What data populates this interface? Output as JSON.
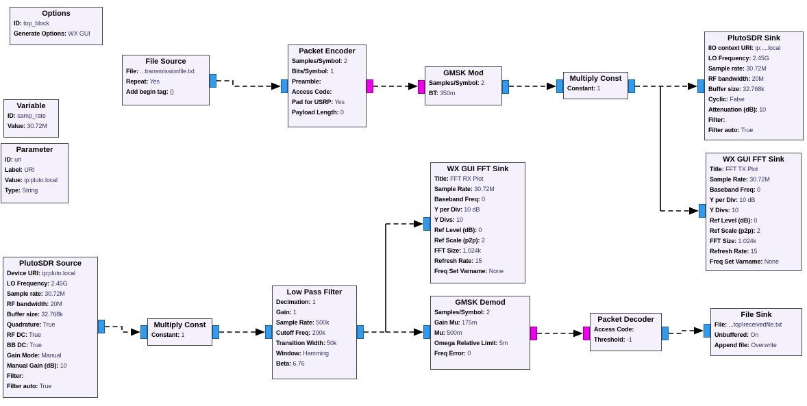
{
  "app": {
    "canvas_label": "GNU Radio Companion flowgraph canvas"
  },
  "colors": {
    "canvas": "#ffffff",
    "block_fill": "#f4f0fc",
    "block_border": "#44444c",
    "param_value_text": "#333366",
    "stream_port_blue": "#2f9cf1",
    "byte_port_magenta": "#ee00ee",
    "wire": "#000000"
  },
  "blocks": [
    {
      "id": "options",
      "title": "Options",
      "params": [
        {
          "label": "ID:",
          "value": "top_block"
        },
        {
          "label": "Generate Options:",
          "value": "WX GUI"
        }
      ]
    },
    {
      "id": "variable",
      "title": "Variable",
      "params": [
        {
          "label": "ID:",
          "value": "samp_rate"
        },
        {
          "label": "Value:",
          "value": "30.72M"
        }
      ]
    },
    {
      "id": "parameter",
      "title": "Parameter",
      "params": [
        {
          "label": "ID:",
          "value": "uri"
        },
        {
          "label": "Label:",
          "value": "URI"
        },
        {
          "label": "Value:",
          "value": "ip:pluto.local"
        },
        {
          "label": "Type:",
          "value": "String"
        }
      ]
    },
    {
      "id": "file_source",
      "title": "File Source",
      "params": [
        {
          "label": "File:",
          "value": "...transmissionfile.txt"
        },
        {
          "label": "Repeat:",
          "value": "Yes"
        },
        {
          "label": "Add begin tag:",
          "value": "()"
        }
      ]
    },
    {
      "id": "packet_encoder",
      "title": "Packet Encoder",
      "params": [
        {
          "label": "Samples/Symbol:",
          "value": "2"
        },
        {
          "label": "Bits/Symbol:",
          "value": "1"
        },
        {
          "label": "Preamble:",
          "value": ""
        },
        {
          "label": "Access Code:",
          "value": ""
        },
        {
          "label": "Pad for USRP:",
          "value": "Yes"
        },
        {
          "label": "Payload Length:",
          "value": "0"
        }
      ]
    },
    {
      "id": "gmsk_mod",
      "title": "GMSK Mod",
      "params": [
        {
          "label": "Samples/Symbol:",
          "value": "2"
        },
        {
          "label": "BT:",
          "value": "350m"
        }
      ]
    },
    {
      "id": "multiply_const_tx",
      "title": "Multiply Const",
      "params": [
        {
          "label": "Constant:",
          "value": "1"
        }
      ]
    },
    {
      "id": "plutosdr_sink",
      "title": "PlutoSDR Sink",
      "params": [
        {
          "label": "IIO context URI:",
          "value": "ip:....local"
        },
        {
          "label": "LO Frequency:",
          "value": "2.45G"
        },
        {
          "label": "Sample rate:",
          "value": "30.72M"
        },
        {
          "label": "RF bandwidth:",
          "value": "20M"
        },
        {
          "label": "Buffer size:",
          "value": "32.768k"
        },
        {
          "label": "Cyclic:",
          "value": "False"
        },
        {
          "label": "Attenuation (dB):",
          "value": "10"
        },
        {
          "label": "Filter:",
          "value": ""
        },
        {
          "label": "Filter auto:",
          "value": "True"
        }
      ]
    },
    {
      "id": "fft_sink_tx",
      "title": "WX GUI FFT Sink",
      "params": [
        {
          "label": "Title:",
          "value": "FFT TX Plot"
        },
        {
          "label": "Sample Rate:",
          "value": "30.72M"
        },
        {
          "label": "Baseband Freq:",
          "value": "0"
        },
        {
          "label": "Y per Div:",
          "value": "10 dB"
        },
        {
          "label": "Y Divs:",
          "value": "10"
        },
        {
          "label": "Ref Level (dB):",
          "value": "0"
        },
        {
          "label": "Ref Scale (p2p):",
          "value": "2"
        },
        {
          "label": "FFT Size:",
          "value": "1.024k"
        },
        {
          "label": "Refresh Rate:",
          "value": "15"
        },
        {
          "label": "Freq Set Varname:",
          "value": "None"
        }
      ]
    },
    {
      "id": "fft_sink_rx",
      "title": "WX GUI FFT Sink",
      "params": [
        {
          "label": "Title:",
          "value": "FFT RX Plot"
        },
        {
          "label": "Sample Rate:",
          "value": "30.72M"
        },
        {
          "label": "Baseband Freq:",
          "value": "0"
        },
        {
          "label": "Y per Div:",
          "value": "10 dB"
        },
        {
          "label": "Y Divs:",
          "value": "10"
        },
        {
          "label": "Ref Level (dB):",
          "value": "0"
        },
        {
          "label": "Ref Scale (p2p):",
          "value": "2"
        },
        {
          "label": "FFT Size:",
          "value": "1.024k"
        },
        {
          "label": "Refresh Rate:",
          "value": "15"
        },
        {
          "label": "Freq Set Varname:",
          "value": "None"
        }
      ]
    },
    {
      "id": "plutosdr_source",
      "title": "PlutoSDR Source",
      "params": [
        {
          "label": "Device URI:",
          "value": "ip:pluto.local"
        },
        {
          "label": "LO Frequency:",
          "value": "2.45G"
        },
        {
          "label": "Sample rate:",
          "value": "30.72M"
        },
        {
          "label": "RF bandwidth:",
          "value": "20M"
        },
        {
          "label": "Buffer size:",
          "value": "32.768k"
        },
        {
          "label": "Quadrature:",
          "value": "True"
        },
        {
          "label": "RF DC:",
          "value": "True"
        },
        {
          "label": "BB DC:",
          "value": "True"
        },
        {
          "label": "Gain Mode:",
          "value": "Manual"
        },
        {
          "label": "Manual Gain (dB):",
          "value": "10"
        },
        {
          "label": "Filter:",
          "value": ""
        },
        {
          "label": "Filter auto:",
          "value": "True"
        }
      ]
    },
    {
      "id": "multiply_const_rx",
      "title": "Multiply Const",
      "params": [
        {
          "label": "Constant:",
          "value": "1"
        }
      ]
    },
    {
      "id": "low_pass_filter",
      "title": "Low Pass Filter",
      "params": [
        {
          "label": "Decimation:",
          "value": "1"
        },
        {
          "label": "Gain:",
          "value": "1"
        },
        {
          "label": "Sample Rate:",
          "value": "500k"
        },
        {
          "label": "Cutoff Freq:",
          "value": "200k"
        },
        {
          "label": "Transition Width:",
          "value": "50k"
        },
        {
          "label": "Window:",
          "value": "Hamming"
        },
        {
          "label": "Beta:",
          "value": "6.76"
        }
      ]
    },
    {
      "id": "gmsk_demod",
      "title": "GMSK Demod",
      "params": [
        {
          "label": "Samples/Symbol:",
          "value": "2"
        },
        {
          "label": "Gain Mu:",
          "value": "175m"
        },
        {
          "label": "Mu:",
          "value": "500m"
        },
        {
          "label": "Omega Relative Limit:",
          "value": "5m"
        },
        {
          "label": "Freq Error:",
          "value": "0"
        }
      ]
    },
    {
      "id": "packet_decoder",
      "title": "Packet Decoder",
      "params": [
        {
          "label": "Access Code:",
          "value": ""
        },
        {
          "label": "Threshold:",
          "value": "-1"
        }
      ]
    },
    {
      "id": "file_sink",
      "title": "File Sink",
      "params": [
        {
          "label": "File:",
          "value": "...top\\receivedfile.txt"
        },
        {
          "label": "Unbuffered:",
          "value": "On"
        },
        {
          "label": "Append file:",
          "value": "Overwrite"
        }
      ]
    }
  ]
}
